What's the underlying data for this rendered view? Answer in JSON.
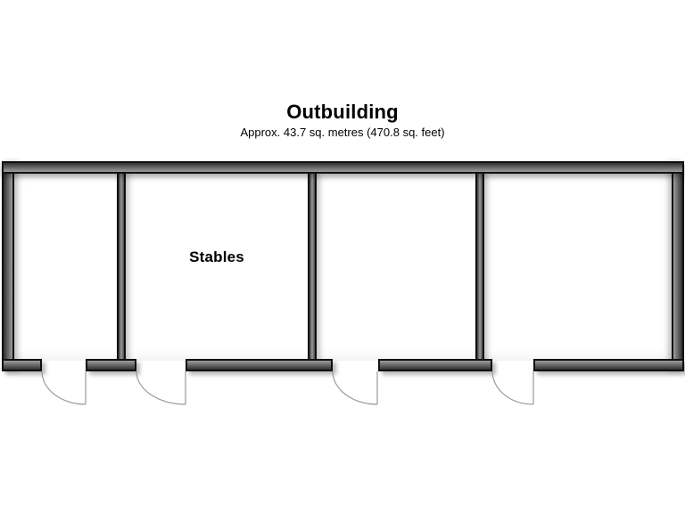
{
  "header": {
    "title": "Outbuilding",
    "subtitle": "Approx. 43.7 sq. metres (470.8 sq. feet)"
  },
  "rooms": [
    {
      "name": "Stables"
    }
  ],
  "doors": {
    "count": 4,
    "swing": "outward-bottom"
  },
  "colors": {
    "background": "#ffffff",
    "text": "#000000",
    "wall_edge": "#101010",
    "wall_dark": "#2f2f2f",
    "wall_light": "#9e9e9e",
    "door_line": "#9a9a9a"
  }
}
